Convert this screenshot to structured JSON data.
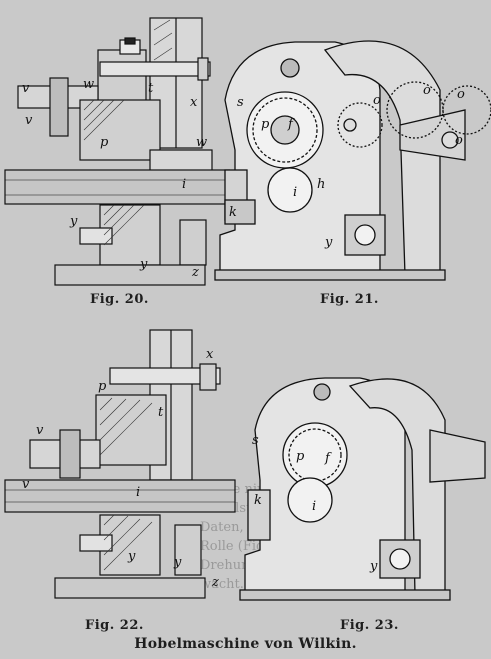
{
  "captions": {
    "fig20": "Fig. 20.",
    "fig21": "Fig. 21.",
    "fig22": "Fig. 22.",
    "fig23": "Fig. 23."
  },
  "title": "Hobelmaschine von Wilkin.",
  "labels": {
    "fig20": [
      "v",
      "v",
      "w",
      "t",
      "x",
      "p",
      "w",
      "i",
      "y",
      "y",
      "z"
    ],
    "fig21": [
      "s",
      "p",
      "f",
      "i",
      "h",
      "k",
      "y",
      "o",
      "o",
      "o",
      "o"
    ],
    "fig22": [
      "x",
      "v",
      "p",
      "t",
      "i",
      "y",
      "y",
      "z",
      "v"
    ],
    "fig23": [
      "s",
      "p",
      "f",
      "i",
      "k",
      "y"
    ]
  },
  "background_text": [
    "Vange nimmt den",
    "Hobelstahl, der bei",
    "Daten, welche un",
    "Rolle (Fig. 18), d",
    "Drehung um die",
    "wacht. Dieser"
  ]
}
